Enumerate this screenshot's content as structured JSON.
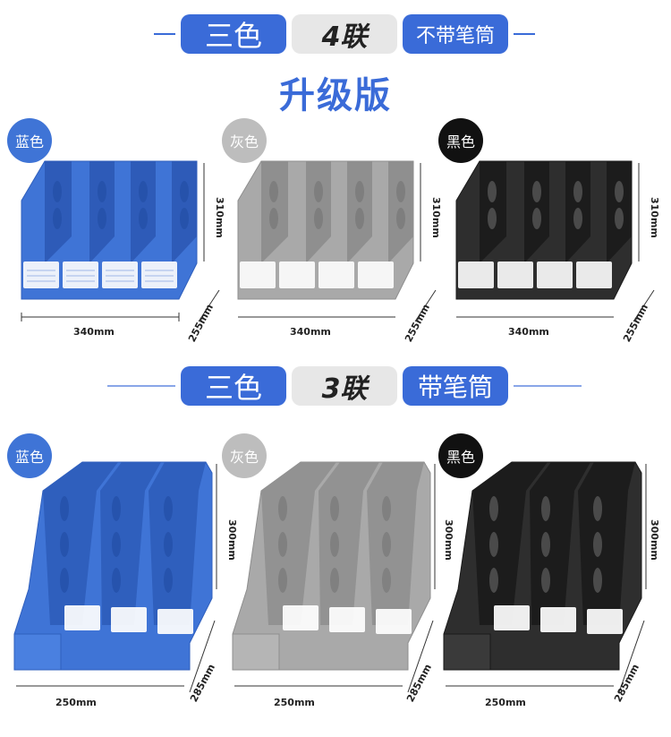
{
  "section_top": {
    "pill1": "三色",
    "pill2": "4联",
    "pill3": "不带笔筒",
    "subtitle": "升级版"
  },
  "section_bottom": {
    "pill1": "三色",
    "pill2": "3联",
    "pill3": "带笔筒"
  },
  "top_products": [
    {
      "color_label": "蓝色",
      "height": "310mm",
      "width": "340mm",
      "depth": "255mm",
      "body_color": "#3f74d6",
      "badge_color": "#3f74d6"
    },
    {
      "color_label": "灰色",
      "height": "310mm",
      "width": "340mm",
      "depth": "255mm",
      "body_color": "#a9a9a9",
      "badge_color": "#bdbdbd"
    },
    {
      "color_label": "黑色",
      "height": "310mm",
      "width": "340mm",
      "depth": "255mm",
      "body_color": "#2e2e2e",
      "badge_color": "#111111"
    }
  ],
  "bottom_products": [
    {
      "color_label": "蓝色",
      "height": "300mm",
      "width": "250mm",
      "depth": "285mm",
      "body_color": "#3f74d6",
      "badge_color": "#3f74d6"
    },
    {
      "color_label": "灰色",
      "height": "300mm",
      "width": "250mm",
      "depth": "285mm",
      "body_color": "#a9a9a9",
      "badge_color": "#bdbdbd"
    },
    {
      "color_label": "黑色",
      "height": "300mm",
      "width": "250mm",
      "depth": "285mm",
      "body_color": "#2e2e2e",
      "badge_color": "#111111"
    }
  ]
}
